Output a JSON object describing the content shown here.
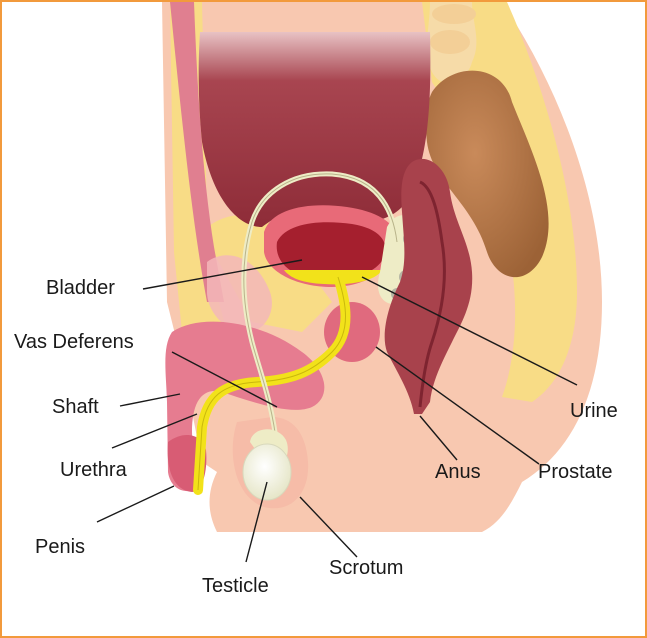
{
  "labels": {
    "bladder": "Bladder",
    "vas_deferens": "Vas Deferens",
    "shaft": "Shaft",
    "urethra": "Urethra",
    "penis": "Penis",
    "testicle": "Testicle",
    "scrotum": "Scrotum",
    "anus": "Anus",
    "prostate": "Prostate",
    "urine": "Urine"
  },
  "colors": {
    "frame": "#f29a3c",
    "skin": "#f8c8b0",
    "fat": "#f8dc86",
    "muscle": "#e07f90",
    "bladder": "#a8323e",
    "urine": "#f2e21a",
    "prostate": "#e06a7e",
    "rectum": "#a8424c",
    "stool": "#b87848",
    "vas": "#eeecc6",
    "testicle": "#f4f4e2",
    "leader": "#1a1a1a"
  }
}
